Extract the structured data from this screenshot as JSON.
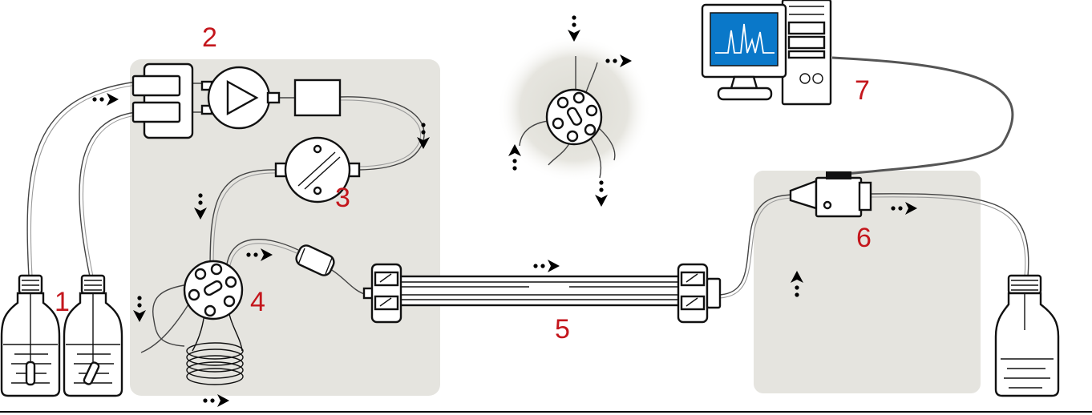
{
  "labels": {
    "solvent_reservoirs": "1",
    "pump": "2",
    "degasser": "3",
    "injector": "4",
    "column": "5",
    "detector": "6",
    "data_system": "7"
  },
  "colors": {
    "label": "#c4161c",
    "flow_arrow": "#3b2db0",
    "panel": "#e5e4df",
    "tubing": "#444444",
    "outline": "#111111"
  },
  "icons": {
    "flow": "dotted-arrow-icon",
    "reservoir": "bottle-icon",
    "monitor": "monitor-icon",
    "tower": "computer-tower-icon"
  }
}
